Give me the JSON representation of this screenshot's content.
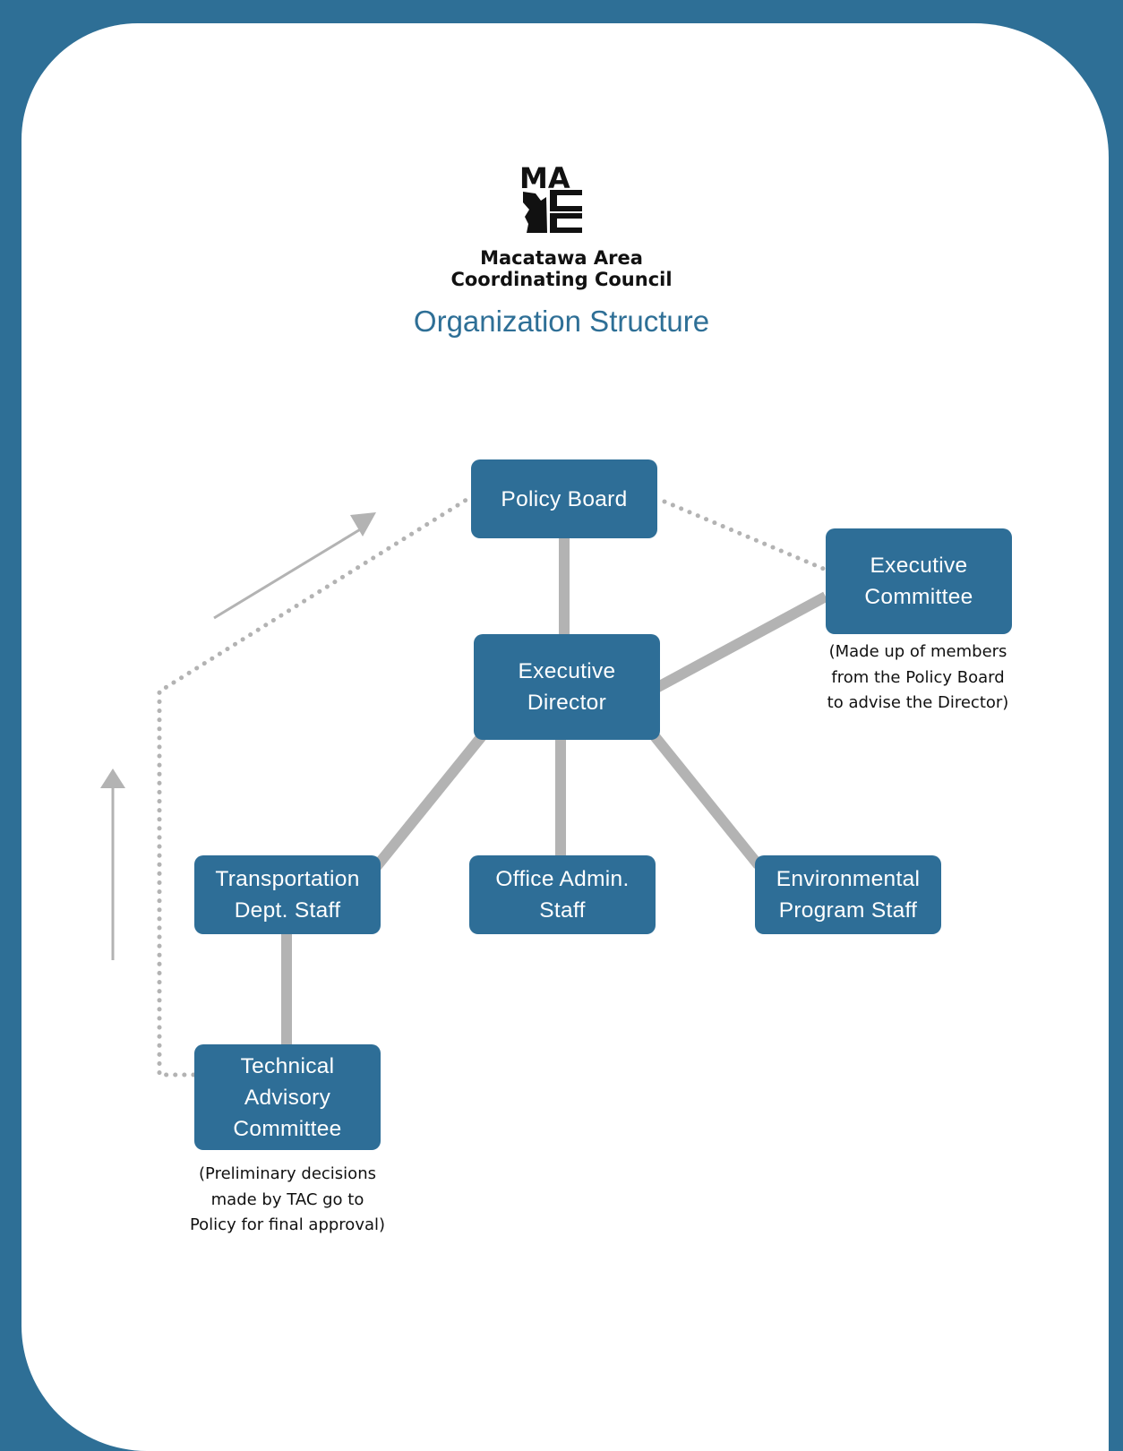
{
  "header": {
    "logo_text": "MACC",
    "org_name_lines": [
      "Macatawa Area",
      "Coordinating Council"
    ],
    "title": "Organization Structure"
  },
  "nodes": {
    "policy_board": {
      "lines": [
        "Policy Board"
      ]
    },
    "executive_committee": {
      "lines": [
        "Executive",
        "Committee"
      ]
    },
    "executive_director": {
      "lines": [
        "Executive",
        "Director"
      ]
    },
    "transportation_staff": {
      "lines": [
        "Transportation",
        "Dept. Staff"
      ]
    },
    "office_admin_staff": {
      "lines": [
        "Office Admin.",
        "Staff"
      ]
    },
    "environmental_staff": {
      "lines": [
        "Environmental",
        "Program Staff"
      ]
    },
    "technical_advisory_committee": {
      "lines": [
        "Technical",
        "Advisory",
        "Committee"
      ]
    }
  },
  "notes": {
    "executive_committee": [
      "(Made up of members",
      "from the Policy Board",
      "to advise the Director)"
    ],
    "technical_advisory_committee": [
      "(Preliminary decisions",
      "made by TAC go to",
      "Policy for final approval)"
    ]
  },
  "edges": [
    {
      "from": "policy_board",
      "to": "executive_director",
      "style": "solid"
    },
    {
      "from": "executive_committee",
      "to": "executive_director",
      "style": "solid"
    },
    {
      "from": "executive_director",
      "to": "transportation_staff",
      "style": "solid"
    },
    {
      "from": "executive_director",
      "to": "office_admin_staff",
      "style": "solid"
    },
    {
      "from": "executive_director",
      "to": "environmental_staff",
      "style": "solid"
    },
    {
      "from": "transportation_staff",
      "to": "technical_advisory_committee",
      "style": "solid"
    },
    {
      "from": "policy_board",
      "to": "executive_committee",
      "style": "dotted"
    },
    {
      "from": "technical_advisory_committee",
      "to": "policy_board",
      "style": "dotted"
    }
  ],
  "colors": {
    "frame": "#2e6f96",
    "node_fill": "#2e6e97",
    "node_text": "#ffffff",
    "connector": "#b3b3b3",
    "title_text": "#2e6f96"
  }
}
